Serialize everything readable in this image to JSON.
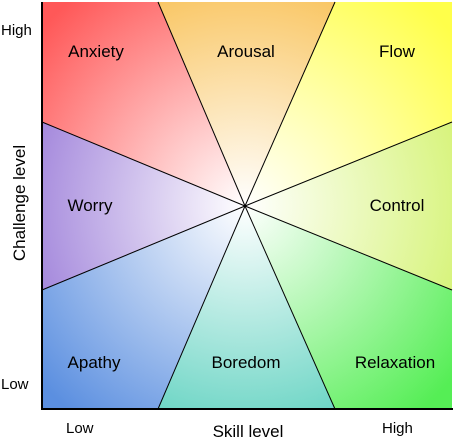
{
  "diagram": {
    "y_axis_label": "Challenge level",
    "x_axis_label": "Skill level",
    "y_high": "High",
    "y_low": "Low",
    "x_low": "Low",
    "x_high": "High",
    "regions": {
      "anxiety": {
        "label": "Anxiety",
        "color": "#ff5858"
      },
      "arousal": {
        "label": "Arousal",
        "color": "#f9c766"
      },
      "flow": {
        "label": "Flow",
        "color": "#ffff4a"
      },
      "worry": {
        "label": "Worry",
        "color": "#a488dc"
      },
      "control": {
        "label": "Control",
        "color": "#d8f47e"
      },
      "apathy": {
        "label": "Apathy",
        "color": "#5b8fe0"
      },
      "boredom": {
        "label": "Boredom",
        "color": "#6fd6c6"
      },
      "relaxation": {
        "label": "Relaxation",
        "color": "#55ee55"
      }
    },
    "center_color": "#ffffff",
    "axis_color": "#000000",
    "divider_color": "#000000"
  }
}
